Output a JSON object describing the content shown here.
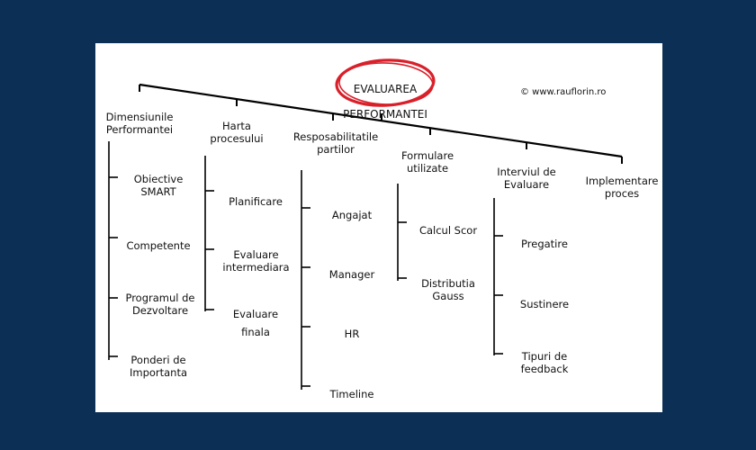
{
  "title": {
    "line1": "EVALUAREA",
    "line2": "PERFORMANTEI"
  },
  "copyright": "© www.rauflorin.ro",
  "highlight_color": "#d9202a",
  "branches": [
    {
      "label": "Dimensiunile\nPerformantei",
      "items": [
        "Obiective\nSMART",
        "Competente",
        "Programul de\nDezvoltare",
        "Ponderi de\nImportanta"
      ]
    },
    {
      "label": "Harta\nprocesului",
      "items": [
        "Planificare",
        "Evaluare\nintermediara",
        "Evaluare\nfinala"
      ]
    },
    {
      "label": "Resposabilitatile\npartilor",
      "items": [
        "Angajat",
        "Manager",
        "HR",
        "Timeline"
      ]
    },
    {
      "label": "Formulare\nutilizate",
      "items": [
        "Calcul Scor",
        "Distributia\nGauss"
      ]
    },
    {
      "label": "Interviul de\nEvaluare",
      "items": [
        "Pregatire",
        "Sustinere",
        "Tipuri de\nfeedback"
      ]
    },
    {
      "label": "Implementare\nproces",
      "items": []
    }
  ]
}
